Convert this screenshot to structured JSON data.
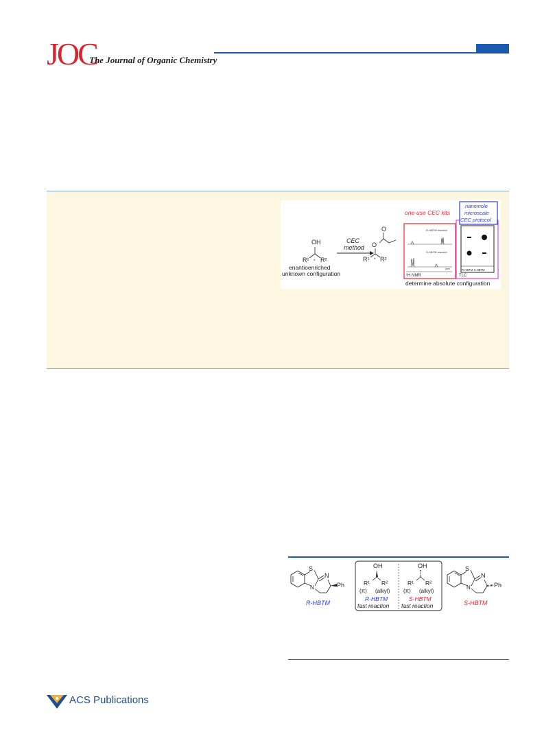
{
  "header": {
    "logo": "JOC",
    "journal": "The Journal of Organic Chemistry"
  },
  "toc_graphic": {
    "one_use_label": "one-use CEC kits",
    "nanomole_lines": [
      "nanomole",
      "microscale",
      "CEC protocol"
    ],
    "cec_method": [
      "CEC",
      "method"
    ],
    "oh": "OH",
    "o_top": "O",
    "o_ester": "O",
    "r1": "R¹",
    "r2": "R²",
    "star": "*",
    "enantio": "enantioenriched",
    "unknown": "unknown configuration",
    "r_hbtm_reaction": "R-HBTM reaction",
    "s_hbtm_reaction": "S-HBTM reaction",
    "ppm": "ppm",
    "h_nmr": "¹H NMR",
    "tlc": "TLC",
    "tlc_lanes": "R-HBTM S-HBTM",
    "determine": "determine absolute configuration",
    "colors": {
      "red": "#e8262e",
      "blue": "#2b3be0",
      "magenta": "#e23fd0"
    }
  },
  "scheme": {
    "left_catalyst": "R-HBTM",
    "right_catalyst": "S-HBTM",
    "s": "S",
    "n_left": "N",
    "n_right": "N",
    "n_bridge_left": "N",
    "n_bridge_right": "N",
    "ph_left": "Ph",
    "ph_right": "Ph",
    "oh_left": "OH",
    "oh_right": "OH",
    "r1": "R¹",
    "r2": "R²",
    "pi": "(π)",
    "alkyl": "(alkyl)",
    "r_label": "R-HBTM",
    "s_label": "S-HBTM",
    "fast": "fast reaction",
    "colors": {
      "blue": "#2b3be0",
      "red": "#e8262e"
    }
  },
  "footer": {
    "publisher": "ACS Publications"
  }
}
